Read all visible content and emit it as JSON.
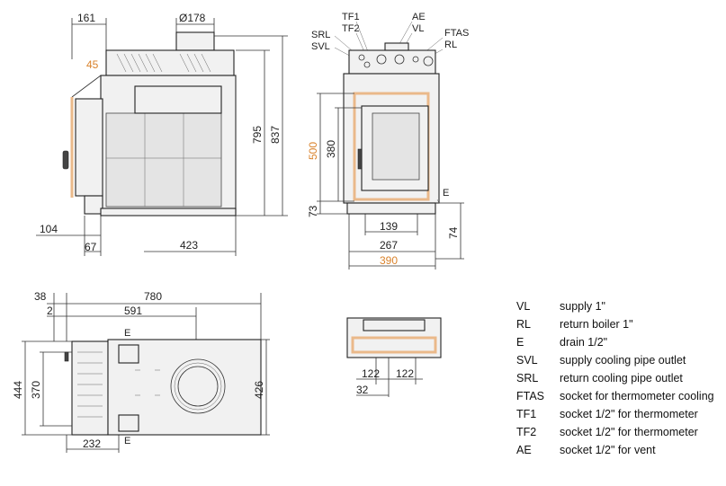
{
  "front_view": {
    "dims": {
      "top_left": "161",
      "diameter": "Ø178",
      "angle": "45",
      "height_inner": "795",
      "height_outer": "837",
      "bottom_left": "104",
      "bottom_small": "67",
      "bottom_width": "423"
    }
  },
  "side_view": {
    "labels": {
      "tf1": "TF1",
      "ae": "AE",
      "tf2": "TF2",
      "vl": "VL",
      "srl": "SRL",
      "svl": "SVL",
      "ftas": "FTAS",
      "rl": "RL",
      "e": "E"
    },
    "dims": {
      "h500": "500",
      "h380": "380",
      "h73": "73",
      "w139": "139",
      "w267": "267",
      "h74": "74",
      "w390": "390"
    }
  },
  "top_view": {
    "labels": {
      "e_top": "E",
      "e_bottom": "E"
    },
    "dims": {
      "d38": "38",
      "d780": "780",
      "d2": "2",
      "d591": "591",
      "d444": "444",
      "d370": "370",
      "d426": "426",
      "d232": "232"
    }
  },
  "small_view": {
    "dims": {
      "d122a": "122",
      "d122b": "122",
      "d32": "32"
    }
  },
  "legend": [
    {
      "code": "VL",
      "desc": "supply 1\""
    },
    {
      "code": "RL",
      "desc": "return boiler 1\""
    },
    {
      "code": "E",
      "desc": "drain 1/2\""
    },
    {
      "code": "SVL",
      "desc": "supply cooling pipe outlet"
    },
    {
      "code": "SRL",
      "desc": "return cooling pipe outlet"
    },
    {
      "code": "FTAS",
      "desc": "socket for thermometer cooling"
    },
    {
      "code": "TF1",
      "desc": "socket  1/2\" for thermometer"
    },
    {
      "code": "TF2",
      "desc": "socket 1/2\" for thermometer"
    },
    {
      "code": "AE",
      "desc": "socket 1/2\" for vent"
    }
  ],
  "colors": {
    "accent": "#d9822b",
    "frame": "#eab98a",
    "line": "#333333"
  }
}
